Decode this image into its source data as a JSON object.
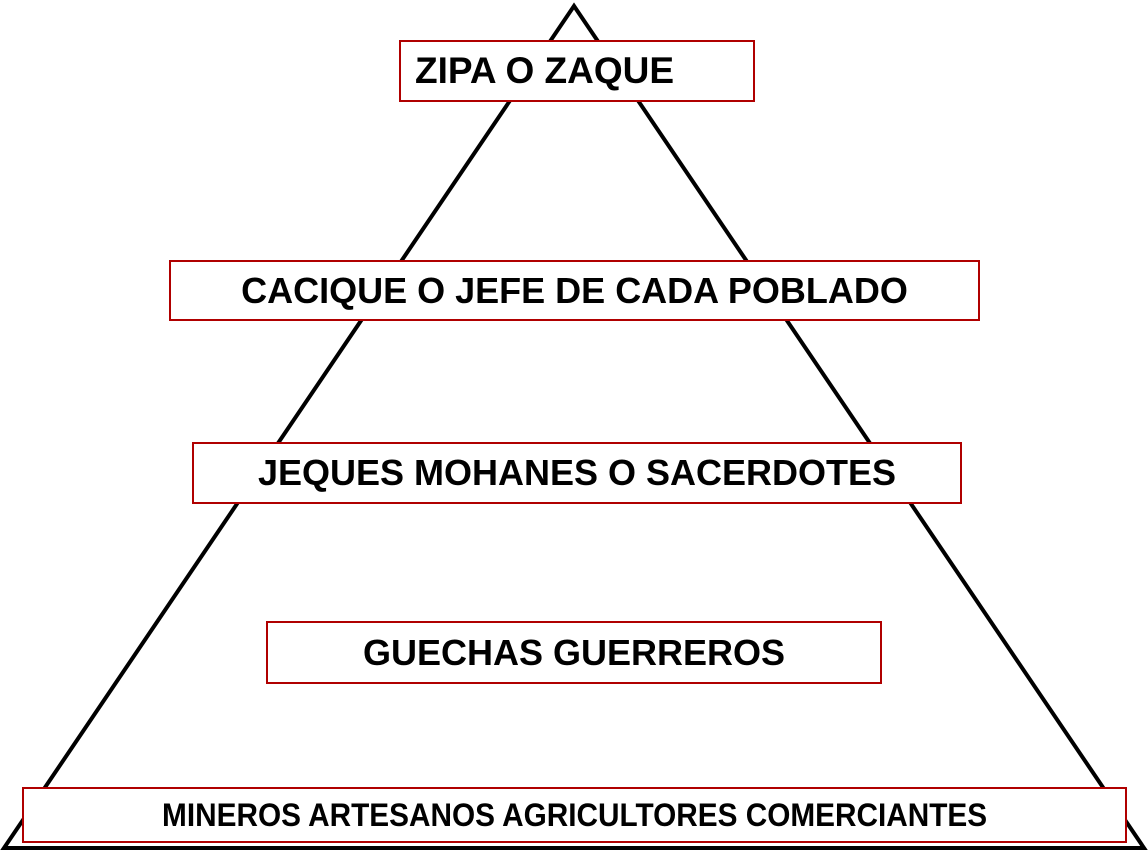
{
  "title": "Pirámide social",
  "levels": [
    {
      "label": "ZIPA O ZAQUE"
    },
    {
      "label": "CACIQUE O JEFE DE CADA POBLADO"
    },
    {
      "label": "JEQUES MOHANES O SACERDOTES"
    },
    {
      "label": "GUECHAS GUERREROS"
    },
    {
      "label": "MINEROS ARTESANOS AGRICULTORES COMERCIANTES"
    }
  ],
  "colors": {
    "box_border": "#b00000",
    "triangle": "#000000"
  }
}
